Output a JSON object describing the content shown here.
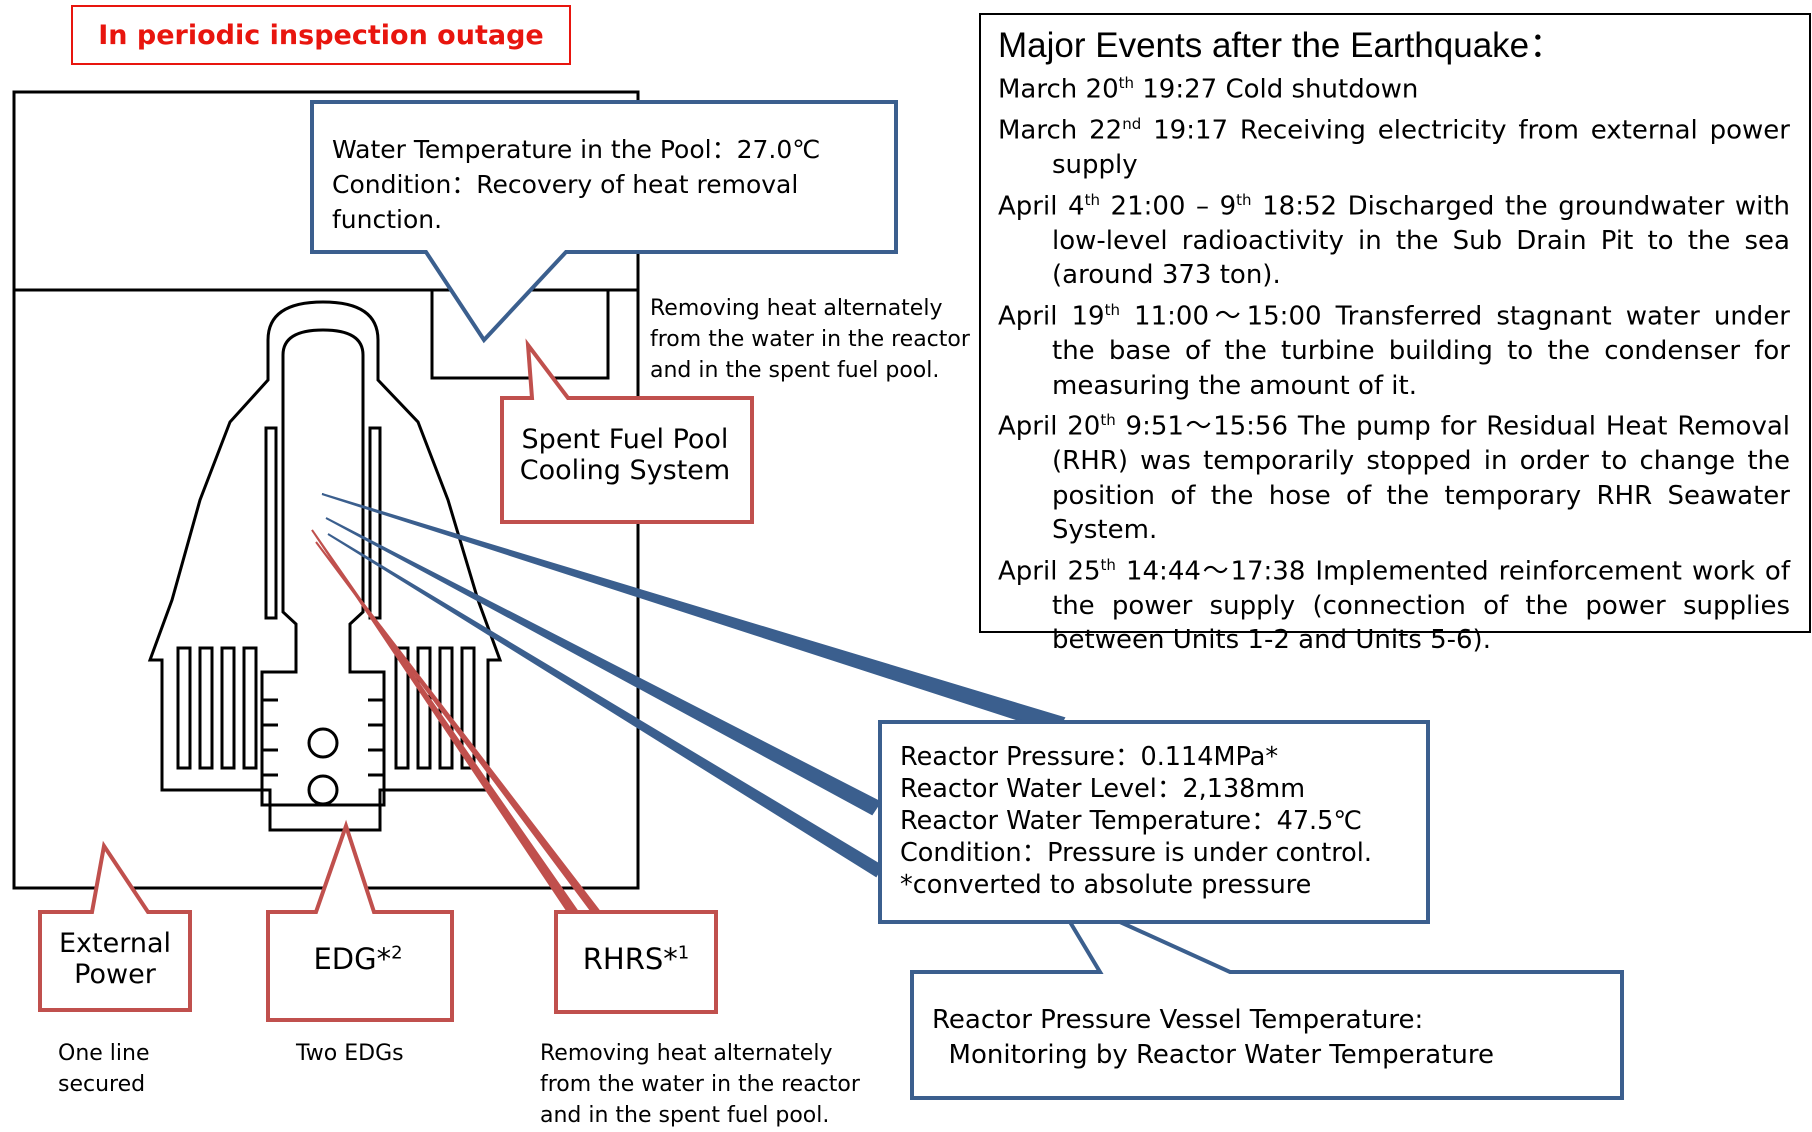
{
  "status_label": "In periodic inspection outage",
  "colors": {
    "status_red": "#e8150e",
    "callout_blue": "#3b5f8e",
    "callout_red": "#c0504d",
    "diagram_blue": "#3b5f8e"
  },
  "pool_callout": {
    "lines": [
      "Water Temperature in the Pool：27.0℃",
      "Condition：Recovery of heat removal",
      "function."
    ]
  },
  "rhr_pool_note": [
    "Removing heat alternately",
    "from the water in the reactor",
    "and in the spent fuel pool."
  ],
  "spent_fuel_pool": {
    "lines": [
      "Spent Fuel Pool",
      "Cooling System"
    ]
  },
  "major_events": {
    "heading": "Major Events after the Earthquake：",
    "items": [
      {
        "date": "March 20",
        "sup": "th",
        "text": " 19:27 Cold shutdown"
      },
      {
        "date": "March 22",
        "sup": "nd",
        "text": " 19:17 Receiving electricity from external power supply"
      },
      {
        "date": "April 4",
        "sup": "th",
        "text": " 21:00 – 9",
        "sup2": "th",
        "text2": " 18:52 Discharged the groundwater with low-level radioactivity in the Sub Drain Pit to the sea (around 373 ton)."
      },
      {
        "date": "April 19",
        "sup": "th",
        "text": " 11:00～15:00 Transferred stagnant water under the base of the turbine building to the condenser for measuring the amount of it."
      },
      {
        "date": "April 20",
        "sup": "th",
        "text": " 9:51～15:56 The pump for Residual Heat Removal (RHR) was temporarily stopped in order to change the position of the hose of the temporary RHR Seawater System."
      },
      {
        "date": "April 25",
        "sup": "th",
        "text": " 14:44～17:38 Implemented reinforcement work of the power supply (connection of the power supplies between Units 1-2 and Units 5-6)."
      }
    ]
  },
  "reactor_callout": {
    "lines": [
      "Reactor Pressure：0.114MPa*",
      "Reactor Water Level：2,138mm",
      "Reactor Water Temperature：47.5℃",
      "Condition：Pressure is under control.",
      "*converted to absolute pressure"
    ]
  },
  "rpv_callout": {
    "lines": [
      "Reactor Pressure Vessel Temperature:",
      "  Monitoring by Reactor Water Temperature"
    ]
  },
  "external_power": {
    "lines": [
      "External",
      "Power"
    ],
    "note": [
      "One line",
      "secured"
    ]
  },
  "edg": {
    "label": "EDG*",
    "sup": "2",
    "note": "Two EDGs"
  },
  "rhrs": {
    "label": "RHRS*",
    "sup": "1",
    "note": [
      "Removing heat alternately",
      "from the water in the reactor",
      "and in the spent fuel pool."
    ]
  }
}
